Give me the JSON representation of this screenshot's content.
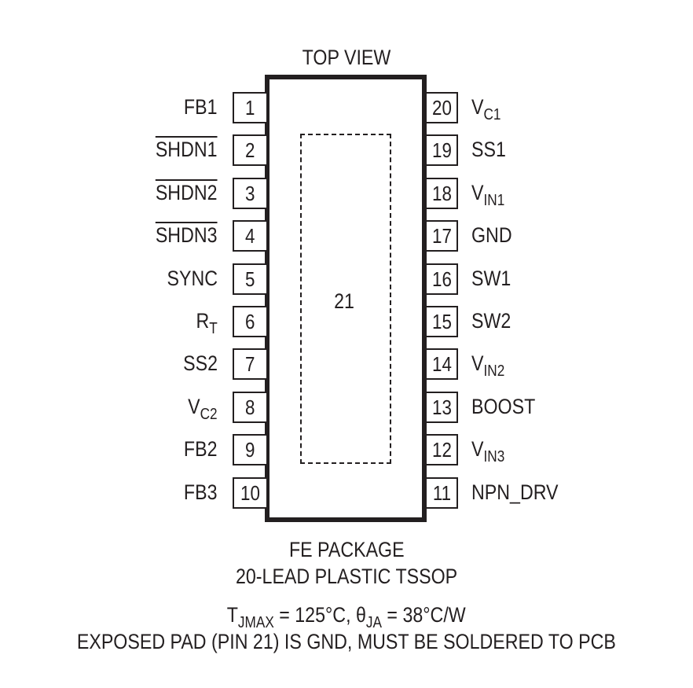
{
  "title": "TOP VIEW",
  "package": {
    "exposed_pad_pin": "21",
    "left_pins": [
      {
        "num": "1",
        "label": "FB1",
        "sub": "",
        "overline": false
      },
      {
        "num": "2",
        "label": "SHDN1",
        "sub": "",
        "overline": true
      },
      {
        "num": "3",
        "label": "SHDN2",
        "sub": "",
        "overline": true
      },
      {
        "num": "4",
        "label": "SHDN3",
        "sub": "",
        "overline": true
      },
      {
        "num": "5",
        "label": "SYNC",
        "sub": "",
        "overline": false
      },
      {
        "num": "6",
        "label": "R",
        "sub": "T",
        "overline": false
      },
      {
        "num": "7",
        "label": "SS2",
        "sub": "",
        "overline": false
      },
      {
        "num": "8",
        "label": "V",
        "sub": "C2",
        "overline": false
      },
      {
        "num": "9",
        "label": "FB2",
        "sub": "",
        "overline": false
      },
      {
        "num": "10",
        "label": "FB3",
        "sub": "",
        "overline": false
      }
    ],
    "right_pins": [
      {
        "num": "20",
        "label": "V",
        "sub": "C1"
      },
      {
        "num": "19",
        "label": "SS1",
        "sub": ""
      },
      {
        "num": "18",
        "label": "V",
        "sub": "IN1"
      },
      {
        "num": "17",
        "label": "GND",
        "sub": ""
      },
      {
        "num": "16",
        "label": "SW1",
        "sub": ""
      },
      {
        "num": "15",
        "label": "SW2",
        "sub": ""
      },
      {
        "num": "14",
        "label": "V",
        "sub": "IN2"
      },
      {
        "num": "13",
        "label": "BOOST",
        "sub": ""
      },
      {
        "num": "12",
        "label": "V",
        "sub": "IN3"
      },
      {
        "num": "11",
        "label": "NPN_DRV",
        "sub": ""
      }
    ]
  },
  "footer": {
    "line1": "FE PACKAGE",
    "line2": "20-LEAD PLASTIC TSSOP",
    "thermal": {
      "tj_symbol": "T",
      "tj_sub": "JMAX",
      "tj_value": " = 125°C, ",
      "theta_symbol": "θ",
      "theta_sub": "JA",
      "theta_value": " = 38°C/W"
    },
    "line4": "EXPOSED PAD (PIN 21) IS GND, MUST BE SOLDERED TO PCB"
  }
}
